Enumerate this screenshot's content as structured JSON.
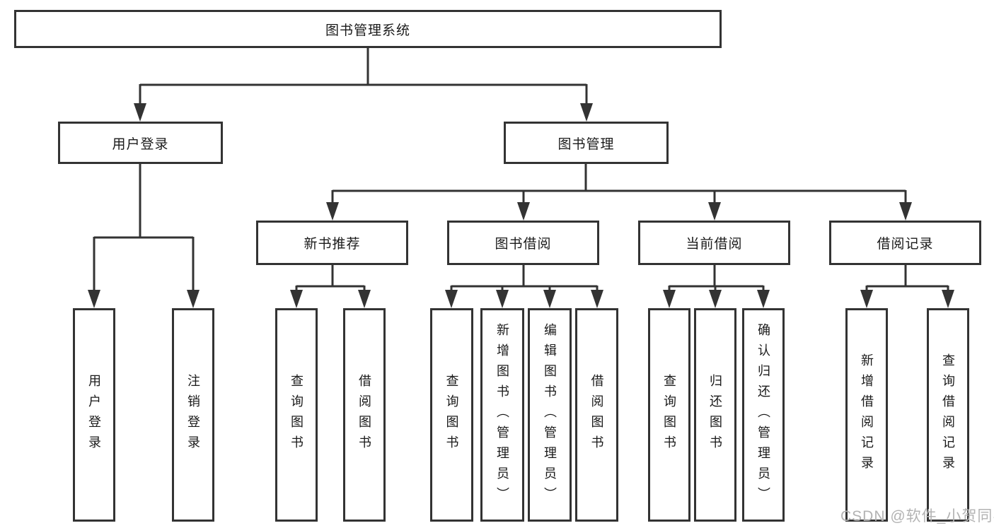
{
  "tree": {
    "root": {
      "label": "图书管理系统"
    },
    "level2": [
      {
        "label": "用户登录"
      },
      {
        "label": "图书管理"
      }
    ],
    "level3": [
      {
        "label": "新书推荐"
      },
      {
        "label": "图书借阅"
      },
      {
        "label": "当前借阅"
      },
      {
        "label": "借阅记录"
      }
    ],
    "leaves": {
      "user_login": [
        "用户登录",
        "注销登录"
      ],
      "new_book_recommend": [
        "查询图书",
        "借阅图书"
      ],
      "book_borrow": [
        "查询图书",
        "新增图书（管理员）",
        "编辑图书（管理员）",
        "借阅图书"
      ],
      "current_borrow": [
        "查询图书",
        "归还图书",
        "确认归还（管理员）"
      ],
      "borrow_records": [
        "新增借阅记录",
        "查询借阅记录"
      ]
    }
  },
  "watermark": {
    "text": "CSDN @软件_小贺同学"
  },
  "colors": {
    "line": "#333333",
    "border": "#333333",
    "text": "#1a1a1a",
    "watermark": "#b3b3b3",
    "background": "#ffffff"
  }
}
